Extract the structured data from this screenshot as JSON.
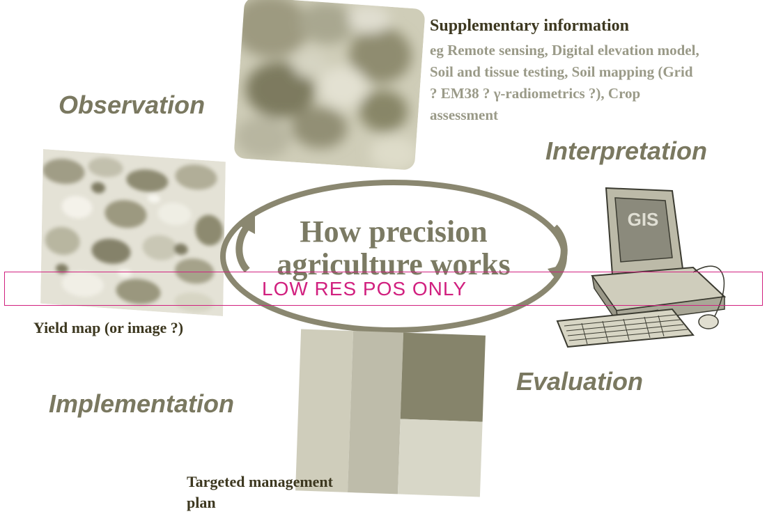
{
  "stages": {
    "observation": "Observation",
    "interpretation": "Interpretation",
    "evaluation": "Evaluation",
    "implementation": "Implementation"
  },
  "center": {
    "line1": "How precision",
    "line2": "agriculture works"
  },
  "supplementary": {
    "title": "Supplementary information",
    "body": "eg Remote sensing, Digital elevation model, Soil and tissue testing, Soil mapping (Grid ? EM38 ? γ-radiometrics ?), Crop assessment"
  },
  "yield_caption": "Yield map (or image ?)",
  "plan_caption": "Targeted management plan",
  "computer_screen_label": "GIS",
  "overlay_label": "LOW RES POS ONLY",
  "colors": {
    "olive_text": "#7a7860",
    "dark_caption": "#3d3820",
    "grey_caption": "#9a9a88",
    "overlay": "#d1207f"
  }
}
